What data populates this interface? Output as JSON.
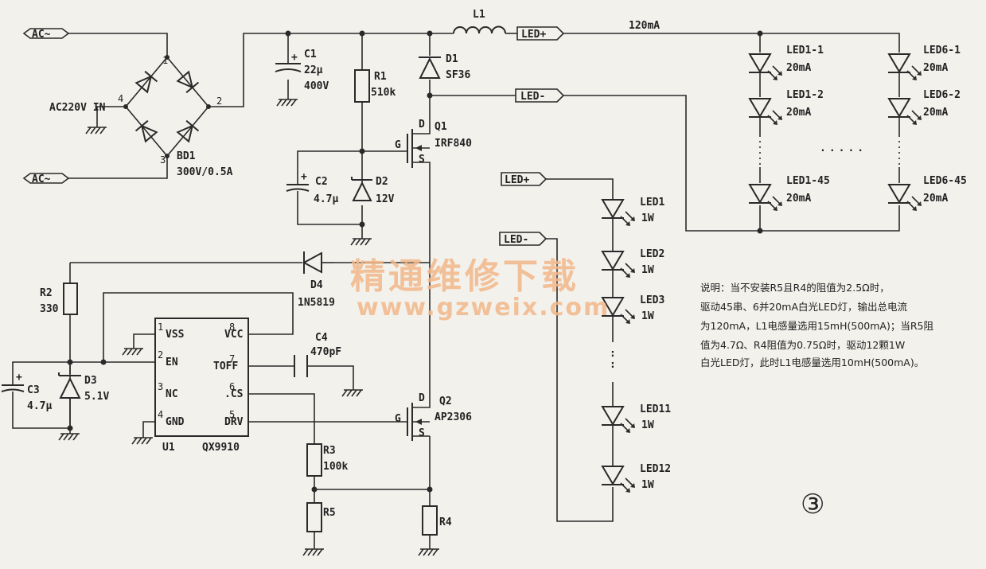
{
  "input": {
    "ac_top": "AC~",
    "ac_bottom": "AC~",
    "ac_in": "AC220V IN"
  },
  "bridge": {
    "ref": "BD1",
    "value": "300V/0.5A",
    "pin1": "1",
    "pin2": "2",
    "pin3": "3",
    "pin4": "4"
  },
  "c1": {
    "ref": "C1",
    "value": "22μ",
    "rating": "400V",
    "polarity": "+"
  },
  "r1": {
    "ref": "R1",
    "value": "510k"
  },
  "l1": {
    "ref": "L1"
  },
  "d1": {
    "ref": "D1",
    "value": "SF36"
  },
  "q1": {
    "ref": "Q1",
    "value": "IRF840",
    "g": "G",
    "d": "D",
    "s": "S"
  },
  "c2": {
    "ref": "C2",
    "value": "4.7μ",
    "polarity": "+"
  },
  "d2": {
    "ref": "D2",
    "value": "12V"
  },
  "d4": {
    "ref": "D4",
    "value": "1N5819"
  },
  "r2": {
    "ref": "R2",
    "value": "330"
  },
  "c3": {
    "ref": "C3",
    "value": "4.7μ",
    "polarity": "+"
  },
  "d3": {
    "ref": "D3",
    "value": "5.1V"
  },
  "u1": {
    "ref": "U1",
    "value": "QX9910",
    "pins": [
      {
        "num": "1",
        "name": "VSS"
      },
      {
        "num": "2",
        "name": "EN"
      },
      {
        "num": "3",
        "name": "NC"
      },
      {
        "num": "4",
        "name": "GND"
      },
      {
        "num": "8",
        "name": "VCC"
      },
      {
        "num": "7",
        "name": "TOFF"
      },
      {
        "num": "6",
        "name": ".CS"
      },
      {
        "num": "5",
        "name": "DRV"
      }
    ]
  },
  "c4": {
    "ref": "C4",
    "value": "470pF"
  },
  "q2": {
    "ref": "Q2",
    "value": "AP2306",
    "g": "G",
    "d": "D",
    "s": "S"
  },
  "r3": {
    "ref": "R3",
    "value": "100k"
  },
  "r5": {
    "ref": "R5"
  },
  "r4": {
    "ref": "R4"
  },
  "tags": {
    "led_plus": "LED+",
    "led_minus": "LED-"
  },
  "array_a": {
    "current": "120mA",
    "col1": [
      {
        "ref": "LED1-1",
        "i": "20mA"
      },
      {
        "ref": "LED1-2",
        "i": "20mA"
      },
      {
        "ref": "LED1-45",
        "i": "20mA"
      }
    ],
    "col6": [
      {
        "ref": "LED6-1",
        "i": "20mA"
      },
      {
        "ref": "LED6-2",
        "i": "20mA"
      },
      {
        "ref": "LED6-45",
        "i": "20mA"
      }
    ],
    "dashes": "....."
  },
  "array_b": [
    {
      "ref": "LED1",
      "p": "1W"
    },
    {
      "ref": "LED2",
      "p": "1W"
    },
    {
      "ref": "LED3",
      "p": "1W"
    },
    {
      "ref": "LED11",
      "p": "1W"
    },
    {
      "ref": "LED12",
      "p": "1W"
    }
  ],
  "note": [
    "说明：当不安装R5且R4的阻值为2.5Ω时，",
    "驱动45串、6并20mA白光LED灯，输出总电流",
    "为120mA，L1电感量选用15mH(500mA)；当R5阻",
    "值为4.7Ω、R4阻值为0.75Ω时，驱动12颗1W",
    "白光LED灯，此时L1电感量选用10mH(500mA)。"
  ],
  "figure_no": "③",
  "watermark": {
    "cn": "精通维修下载",
    "url": "www.gzweix.com"
  }
}
